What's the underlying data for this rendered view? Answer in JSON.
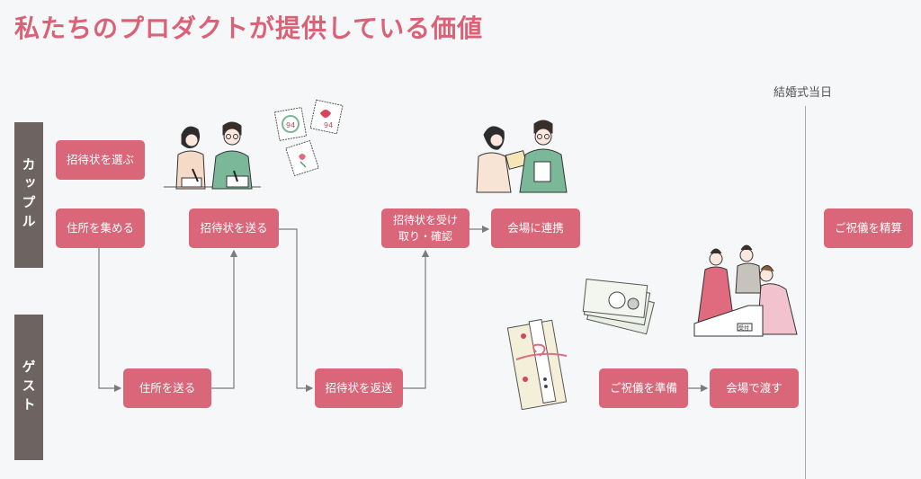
{
  "title": "私たちのプロダクトが提供している価値",
  "lanes": {
    "couple": "カップル",
    "guest": "ゲスト"
  },
  "wedding_day": "結婚式当日",
  "steps": {
    "choose_invite": "招待状を選ぶ",
    "collect_address": "住所を集める",
    "send_invite": "招待状を送る",
    "receive_confirm": "招待状を受け\n取り・確認",
    "venue_link": "会場に連携",
    "settle_gift": "ご祝儀を精算",
    "send_address": "住所を送る",
    "return_invite": "招待状を返送",
    "prepare_gift": "ご祝儀を準備",
    "hand_at_venue": "会場で渡す"
  },
  "illustrations": {
    "stamp_text": "94",
    "receipt_text": "受付"
  }
}
